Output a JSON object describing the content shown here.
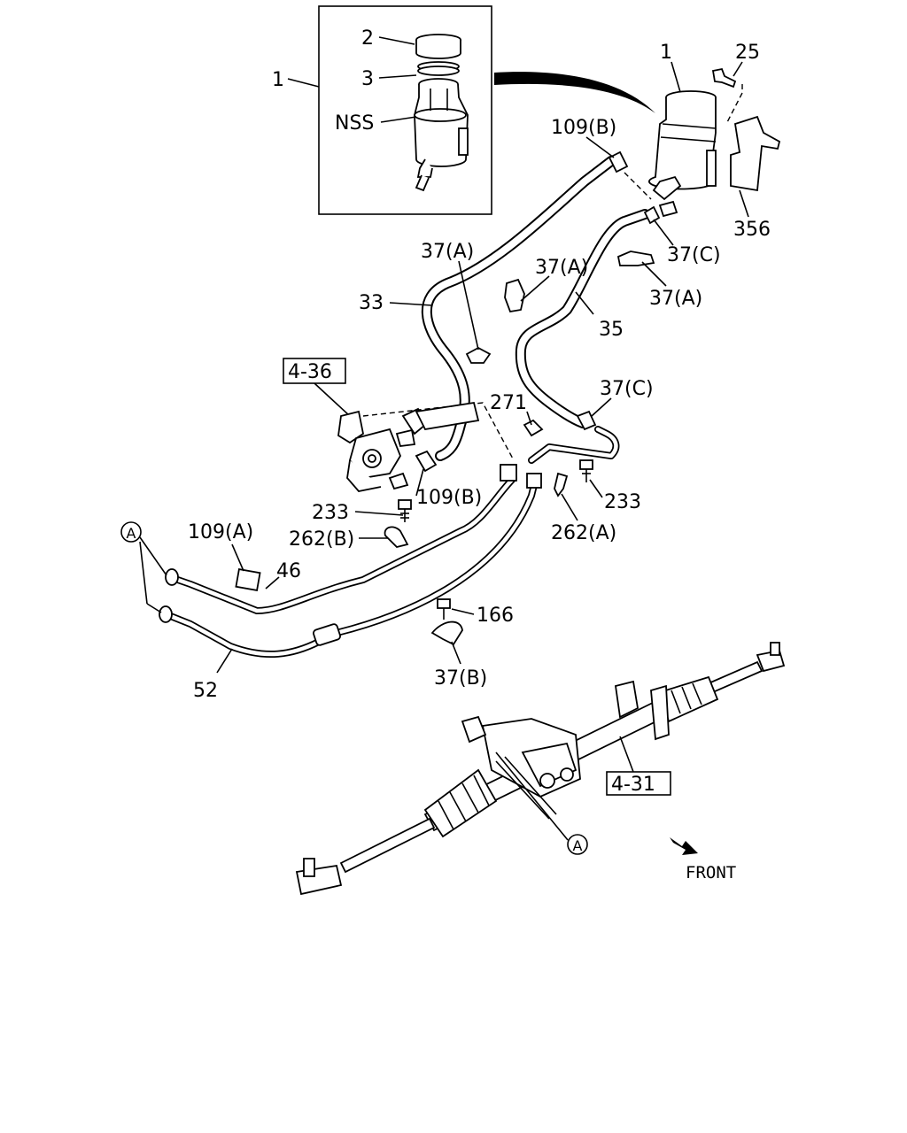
{
  "callouts": {
    "c1_inset": "1",
    "c2": "2",
    "c3": "3",
    "c_nss": "NSS",
    "c1_reservoir": "1",
    "c25": "25",
    "c109b_top": "109(B)",
    "c356": "356",
    "c37c_top": "37(C)",
    "c37a_left": "37(A)",
    "c37a_mid": "37(A)",
    "c37a_right": "37(A)",
    "c33": "33",
    "c35": "35",
    "c37c_mid": "37(C)",
    "c271": "271",
    "c109b_pump": "109(B)",
    "c233_left": "233",
    "c233_right": "233",
    "c262b": "262(B)",
    "c262a": "262(A)",
    "c109a": "109(A)",
    "c46": "46",
    "c166": "166",
    "c37b": "37(B)",
    "c52": "52",
    "ref_pump": "4-36",
    "ref_gear": "4-31",
    "circle_a_left": "A",
    "circle_a_gear": "A",
    "front": "FRONT"
  },
  "icons": {
    "front_arrow": "front-arrow-icon"
  }
}
